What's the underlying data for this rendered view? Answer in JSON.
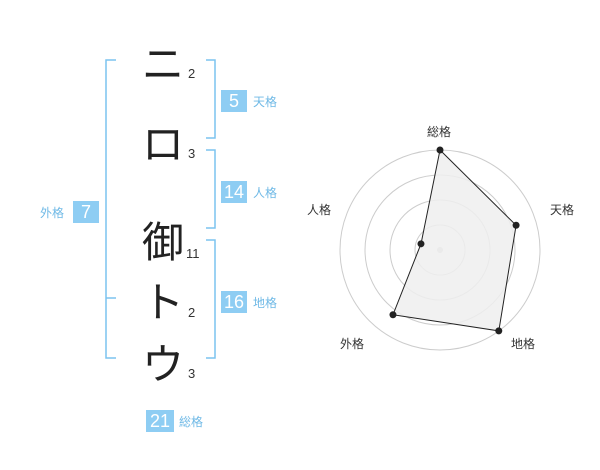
{
  "name_chars": [
    {
      "char": "ニ",
      "strokes": "2"
    },
    {
      "char": "ロ",
      "strokes": "3"
    },
    {
      "char": "御",
      "strokes": "11"
    },
    {
      "char": "ト",
      "strokes": "2"
    },
    {
      "char": "ウ",
      "strokes": "3"
    }
  ],
  "fortunes": {
    "ten": {
      "value": "5",
      "label": "天格"
    },
    "jin": {
      "value": "14",
      "label": "人格"
    },
    "chi": {
      "value": "16",
      "label": "地格"
    },
    "gai": {
      "value": "7",
      "label": "外格"
    },
    "sou": {
      "value": "21",
      "label": "総格"
    }
  },
  "colors": {
    "accent": "#8ecdf3",
    "bracket": "#7cc3ef",
    "label": "#6fb9e6",
    "radar_fill": "#efefef",
    "radar_ring": "#cccccc"
  },
  "chart_data": {
    "type": "radar",
    "axes": [
      "総格",
      "天格",
      "地格",
      "外格",
      "人格"
    ],
    "values": [
      5,
      4,
      5,
      4,
      1
    ],
    "max": 5,
    "rings": 4
  }
}
